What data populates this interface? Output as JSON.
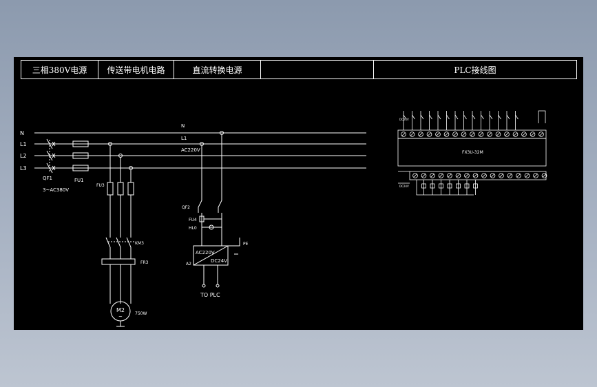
{
  "title_bar": {
    "cells": [
      "三相380V电源",
      "传送带电机电路",
      "直流转换电源",
      "",
      "PLC接线图"
    ]
  },
  "labels": {
    "bus_n": "N",
    "bus_l1": "L1",
    "bus_l2": "L2",
    "bus_l3": "L3",
    "qf1": "QF1",
    "fu1": "FU1",
    "supply": "3~AC380V",
    "fu3": "FU3",
    "km3": "KM3",
    "fr3": "FR3",
    "motor": "M2",
    "motor_symbol": "~",
    "power": "750W",
    "ps_n": "N",
    "ps_l1": "L1",
    "ps_ac": "AC220V",
    "qf2": "QF2",
    "fu4": "FU4",
    "hl0": "HL0",
    "pe": "PE",
    "ac220": "AC220V",
    "dc24": "DC24V",
    "a2": "A2",
    "to_plc": "TO PLC",
    "plc_model": "FX3U-32M",
    "plc_24v_top": "DC24V",
    "plc_24v_bottom": "DC24V"
  },
  "colors": {
    "background": "#000000",
    "line": "#ffffff"
  }
}
